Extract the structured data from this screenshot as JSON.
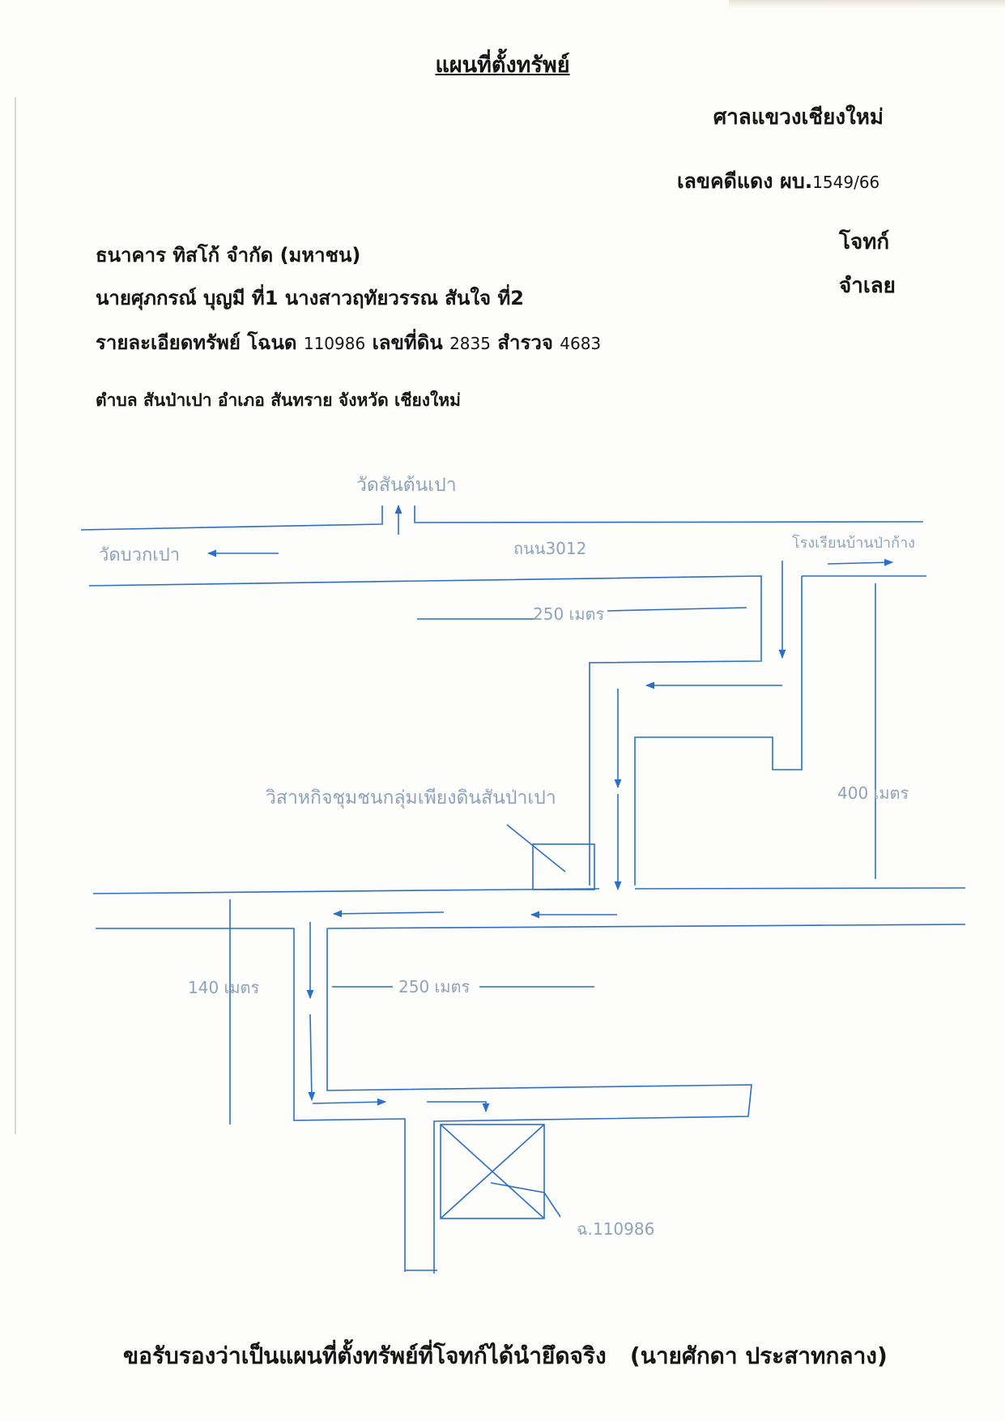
{
  "header": {
    "title": "แผนที่ตั้งทรัพย์",
    "court": "ศาลแขวงเชียงใหม่",
    "case_label": "เลขคดีแดง ผบ.",
    "case_number": "1549/66"
  },
  "parties": {
    "plaintiff": "ธนาคาร ทิสโก้ จำกัด (มหาชน)",
    "plaintiff_label": "โจทก์",
    "defendants": "นายศุภกรณ์ บุญมี ที่1 นางสาวฤทัยวรรณ สันใจ ที่2",
    "defendant_label": "จำเลย"
  },
  "property": {
    "details_label": "รายละเอียดทรัพย์ โฉนด",
    "deed_no": "110986",
    "land_no_label": "เลขที่ดิน",
    "land_no": "2835",
    "survey_label": "สำรวจ",
    "survey_no": "4683",
    "location": "ตำบล สันป่าเปา อำเภอ สันทราย จังหวัด เชียงใหม่"
  },
  "map": {
    "temple_north": "วัดสันต้นเปา",
    "temple_west": "วัดบวกเปา",
    "road_name": "ถนน3012",
    "school": "โรงเรียนบ้านป่าก้าง",
    "dist_250_top": "250 เมตร",
    "dist_400": "400 เมตร",
    "enterprise": "วิสาหกิจชุมชนกลุ่มเพียงดินสันป่าเปา",
    "dist_140": "140 เมตร",
    "dist_250_bottom": "250 เมตร",
    "deed_label": "ฉ.110986",
    "colors": {
      "ink": "#2b6fc7",
      "label": "#8ea3ba",
      "text": "#151515"
    }
  },
  "footer": {
    "certify": "ขอรับรองว่าเป็นแผนที่ตั้งทรัพย์ที่โจทก์ได้นำยึดจริง",
    "signer": "(นายศักดา ประสาทกลาง)"
  }
}
